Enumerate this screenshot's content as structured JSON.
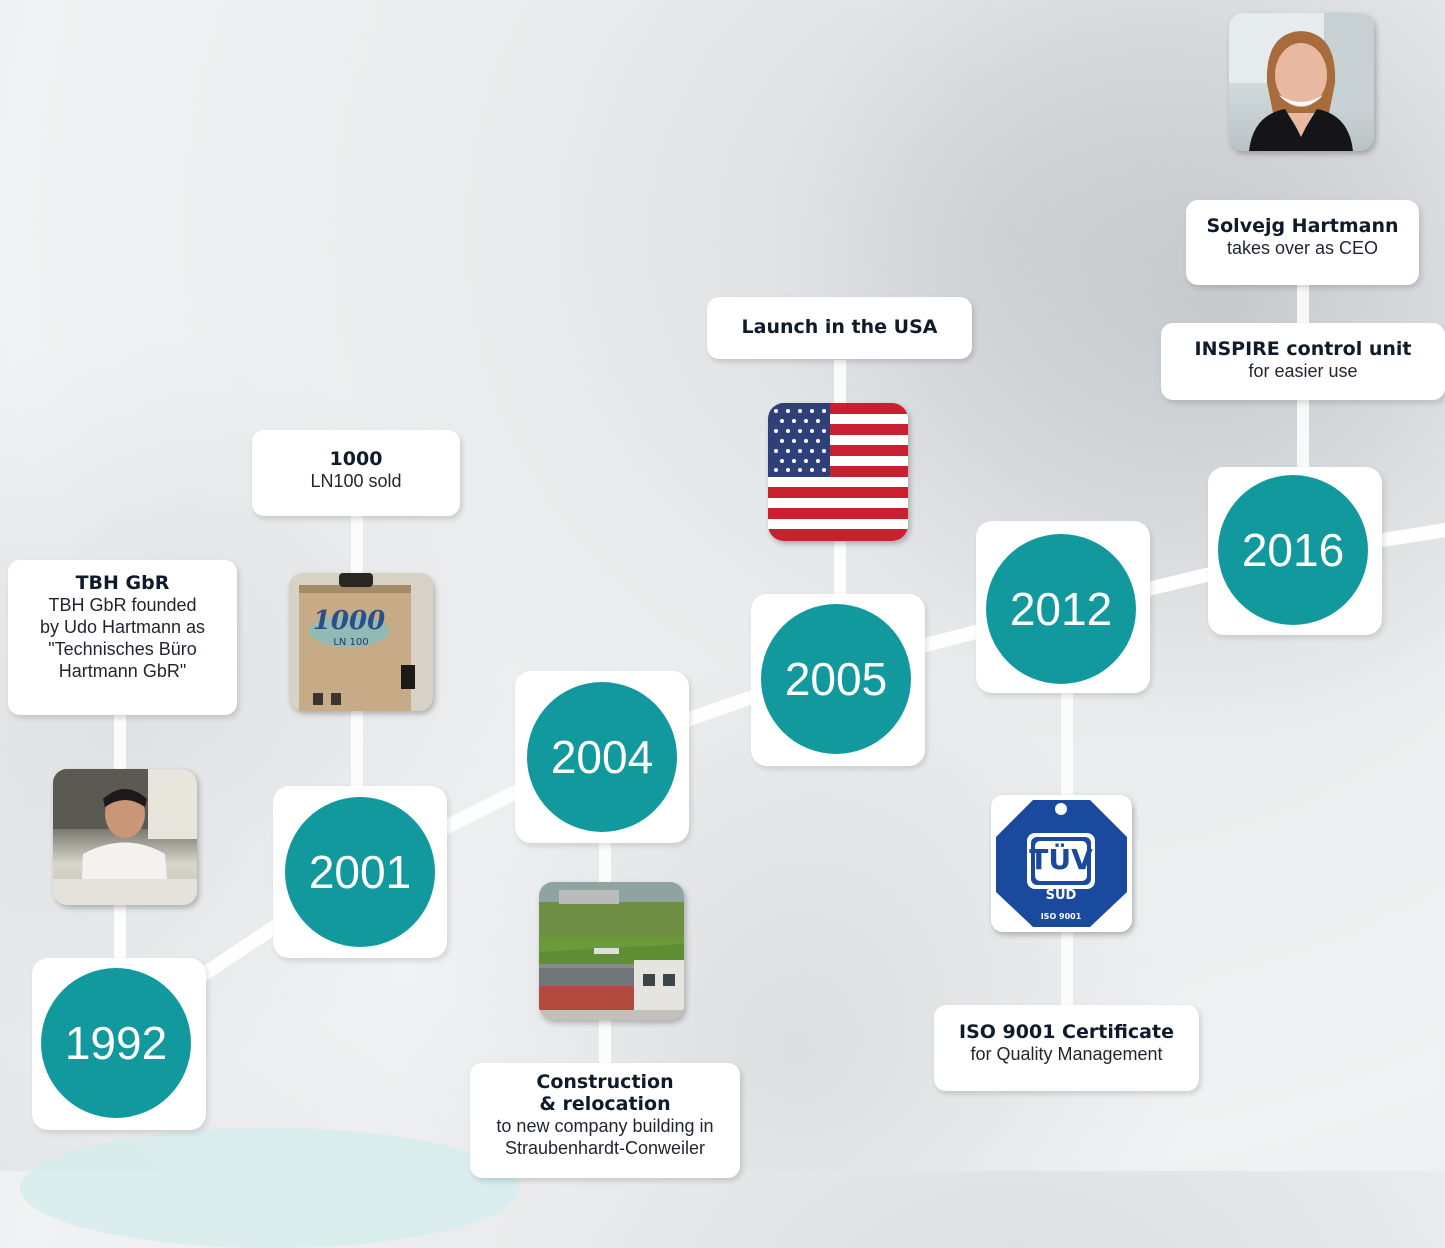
{
  "timeline": [
    {
      "year": "1992",
      "title": "TBH GbR",
      "desc": [
        "TBH GbR founded",
        "by Udo Hartmann as",
        "\"Technisches Büro",
        "Hartmann GbR\""
      ],
      "image": "founder-photo"
    },
    {
      "year": "2001",
      "title": "1000",
      "desc": [
        "LN100 sold"
      ],
      "image": "ln100-device-photo"
    },
    {
      "year": "2004",
      "title": "Construction & relocation",
      "desc": [
        "to new company building in",
        "Straubenhardt-Conweiler"
      ],
      "image": "company-building-photo"
    },
    {
      "year": "2005",
      "title": "Launch in the USA",
      "desc": [],
      "image": "usa-flag-icon"
    },
    {
      "year": "2012",
      "title": "ISO 9001 Certificate",
      "desc": [
        "for Quality Management"
      ],
      "image": "tuv-sud-iso-logo"
    },
    {
      "year": "2016",
      "title": "INSPIRE control unit",
      "desc": [
        "for easier use"
      ],
      "image": ""
    },
    {
      "year": "",
      "title": "Solvejg Hartmann",
      "desc": [
        "takes over as CEO"
      ],
      "image": "ceo-photo"
    }
  ],
  "logo_text": {
    "tuv": "TÜV",
    "sud": "SÜD",
    "iso": "ISO 9001",
    "device": "1000",
    "device_sub": "LN 100"
  },
  "colors": {
    "accent": "#12999e",
    "title": "#0f1b2a"
  }
}
